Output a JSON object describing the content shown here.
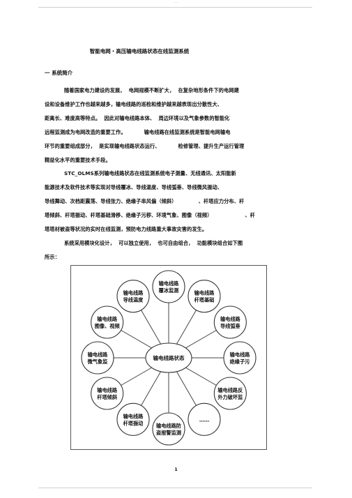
{
  "header_mark": "~~~",
  "title": "智能电网・高压输电线路状态在线监测系统",
  "section_heading": "一  系统简介",
  "paragraphs": [
    [
      "随着国家电力建设的发展，  电网规模不断扩大，  在复杂地形条件下的电网建",
      "设和设备维护工作也越来越多，输电线路的巡检和维护越来越表现出分散性大、",
      "距离长、难度高等特点。  因此对输电线路本体、  周边环境以及气象参数的智能化",
      "远程监测成为电网改造的重要工作。          输电线路在线监测系统是智能电网输电",
      "环节的重要组成部分，  是实现输电线路状态运行、          检修管理、提升生产运行管理",
      "精益化水平的重要技术手段。"
    ],
    [
      "STC_OLMS系列输电线路状态在线监测系统电子测量、无线通讯、太阳能新",
      "能源技术及软件技术等实现对导线覆冰、导线温度、导线弧垂、导线微风振动、",
      "导线舞动、次档距震荡、导线张力、绝缘子串风偏（倾斜）            、杆塔应力分布、杆",
      "塔倾斜、杆塔振动、杆塔基础滑移、绝缘子污秽、环境气象、图像（视频）                  、杆",
      "塔塔材被盗等状况的实时在线监测，预防电力线路重大事故灾害的发生。"
    ],
    [
      "系统采用模块化设计，  可以独立使用，  也可自由组合，  功能模块组合如下图",
      "所示："
    ]
  ],
  "figure": {
    "center": "输电线路状态",
    "modules": [
      {
        "line1": "输电线路",
        "line2": "覆冰监测"
      },
      {
        "line1": "输电线路",
        "line2": "杆塔基础"
      },
      {
        "line1": "输电线路",
        "line2": "导线弧垂"
      },
      {
        "line1": "输电线路",
        "line2": "绝缘子污"
      },
      {
        "line1": "输电线路反",
        "line2": "外力破坏监"
      },
      {
        "line1": "……",
        "line2": ""
      },
      {
        "line1": "输电线路防",
        "line2": "盗报警监测"
      },
      {
        "line1": "输电线路",
        "line2": "杆塔振动"
      },
      {
        "line1": "输电线路",
        "line2": "杆塔倾斜"
      },
      {
        "line1": "输电线路",
        "line2": "微气象监"
      },
      {
        "line1": "输电线路",
        "line2": "图像、视频"
      },
      {
        "line1": "输电线路",
        "line2": "导线温度"
      }
    ]
  },
  "page_number": "1",
  "footer_mark": "···"
}
